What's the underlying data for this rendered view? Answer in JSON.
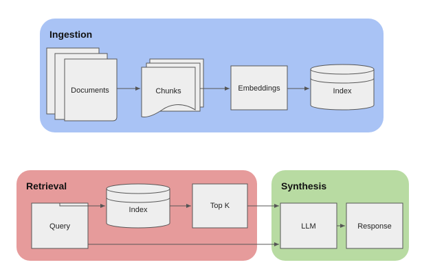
{
  "groups": {
    "ingestion": {
      "title": "Ingestion",
      "color": "#a9c3f5"
    },
    "retrieval": {
      "title": "Retrieval",
      "color": "#e69b9b"
    },
    "synthesis": {
      "title": "Synthesis",
      "color": "#b8dba2"
    }
  },
  "nodes": {
    "documents": "Documents",
    "chunks": "Chunks",
    "embeddings": "Embeddings",
    "index_ingest": "Index",
    "query": "Query",
    "index_retrieve": "Index",
    "topk": "Top K",
    "llm": "LLM",
    "response": "Response"
  },
  "colors": {
    "node_fill": "#eeeeee",
    "node_stroke": "#555555"
  }
}
